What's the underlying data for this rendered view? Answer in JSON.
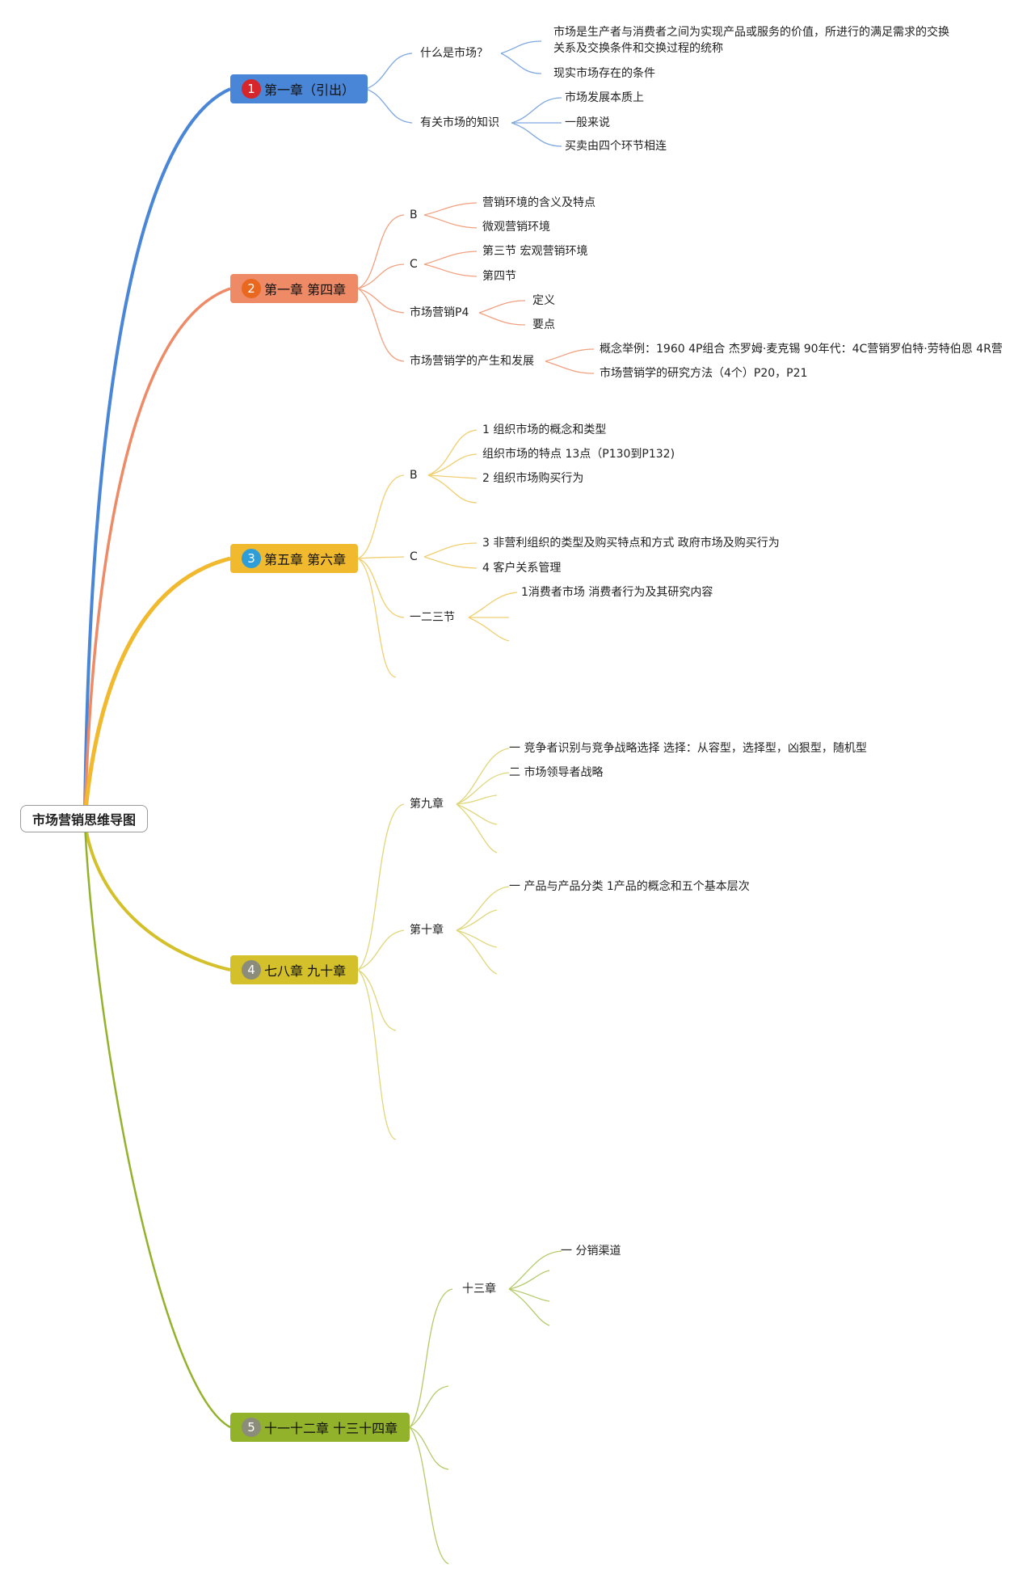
{
  "root": {
    "label": "市场营销思维导图"
  },
  "branches": [
    {
      "badge": "1",
      "label": "第一章（引出）",
      "color": "#4a86d8",
      "badge_color": "#d7262b",
      "children": [
        {
          "label": "什么是市场？",
          "children": [
            "市场是生产者与消费者之间为实现产品或服务的价值，所进行的满足需求的交换",
            "关系及交换条件和交换过程的统称",
            "现实市场存在的条件"
          ]
        },
        {
          "label": "有关市场的知识",
          "children": [
            "市场发展本质上",
            "一般来说",
            "买卖由四个环节相连"
          ]
        }
      ]
    },
    {
      "badge": "2",
      "label": "第一章 第四章",
      "color": "#ee8a66",
      "badge_color": "#e8681f",
      "children": [
        {
          "label": "B",
          "children": [
            "营销环境的含义及特点",
            "微观营销环境"
          ]
        },
        {
          "label": "C",
          "children": [
            "第三节 宏观营销环境",
            "第四节"
          ]
        },
        {
          "label": "市场营销P4",
          "children": [
            "定义",
            "要点"
          ]
        },
        {
          "label": "市场营销学的产生和发展",
          "children": [
            "概念举例：1960 4P组合 杰罗姆·麦克锡 90年代：4C营销罗伯特·劳特伯恩 4R营",
            "市场营销学的研究方法（4个）P20，P21"
          ]
        }
      ]
    },
    {
      "badge": "3",
      "label": "第五章 第六章",
      "color": "#f0b92e",
      "badge_color": "#2f9ed8",
      "children": [
        {
          "label": "B",
          "children": [
            "1 组织市场的概念和类型",
            "组织市场的特点 13点（P130到P132)",
            "2 组织市场购买行为"
          ]
        },
        {
          "label": "C",
          "children": [
            "3 非营利组织的类型及购买特点和方式 政府市场及购买行为",
            "4 客户关系管理"
          ]
        },
        {
          "label": "一二三节",
          "children": [
            "1消费者市场 消费者行为及其研究内容"
          ]
        }
      ]
    },
    {
      "badge": "4",
      "label": "七八章 九十章",
      "color": "#d4c02a",
      "badge_color": "#8c8c7a",
      "children": [
        {
          "label": "第九章",
          "children": [
            "一 竞争者识别与竞争战略选择 选择：从容型，选择型，凶狠型，随机型",
            "二 市场领导者战略"
          ]
        },
        {
          "label": "第十章",
          "children": [
            "一 产品与产品分类 1产品的概念和五个基本层次"
          ]
        }
      ]
    },
    {
      "badge": "5",
      "label": "十一十二章 十三十四章",
      "color": "#93b22b",
      "badge_color": "#8c8c7a",
      "children": [
        {
          "label": "十三章",
          "children": [
            "一 分销渠道"
          ]
        }
      ]
    }
  ]
}
